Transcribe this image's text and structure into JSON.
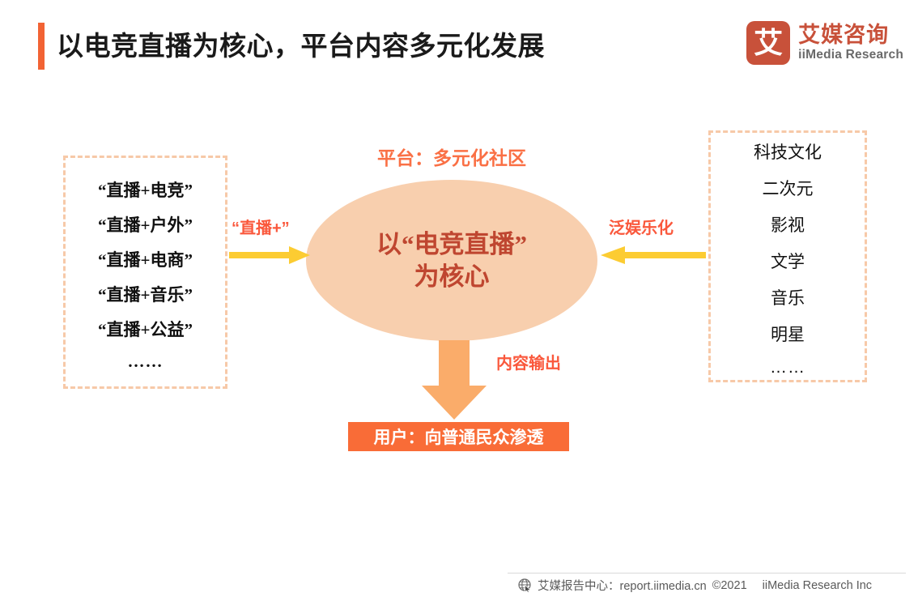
{
  "header": {
    "title": "以电竞直播为核心，平台内容多元化发展",
    "accent_color": "#F26334"
  },
  "logo": {
    "mark_char": "艾",
    "name_cn": "艾媒咨询",
    "name_en": "iiMedia Research",
    "brand_color": "#C8513A"
  },
  "diagram": {
    "left_box": {
      "items": [
        "“直播+电竞”",
        "“直播+户外”",
        "“直播+电商”",
        "“直播+音乐”",
        "“直播+公益”",
        "……"
      ],
      "border_color": "#F7C9A8"
    },
    "right_box": {
      "items": [
        "科技文化",
        "二次元",
        "影视",
        "文学",
        "音乐",
        "明星",
        "……"
      ],
      "border_color": "#F7C9A8"
    },
    "center": {
      "platform_label": "平台：多元化社区",
      "ellipse_text": "以“电竞直播”\n为核心",
      "ellipse_fill": "#F8CFAE",
      "ellipse_text_color": "#BF4630",
      "platform_label_color": "#FA7045"
    },
    "arrows": {
      "left_label": "“直播+”",
      "right_label": "泛娱乐化",
      "down_label": "内容输出",
      "horizontal_color": "#FCCC32",
      "down_color": "#FAAC6A",
      "label_color": "#FA583C"
    },
    "user_banner": {
      "text": "用户：向普通民众渗透",
      "background": "#F96C37",
      "text_color": "#FFFFFF"
    }
  },
  "footer": {
    "icon": "globe-cursor-icon",
    "source": "艾媒报告中心：report.iimedia.cn",
    "copyright": "©2021",
    "company": "iiMedia Research  Inc"
  }
}
